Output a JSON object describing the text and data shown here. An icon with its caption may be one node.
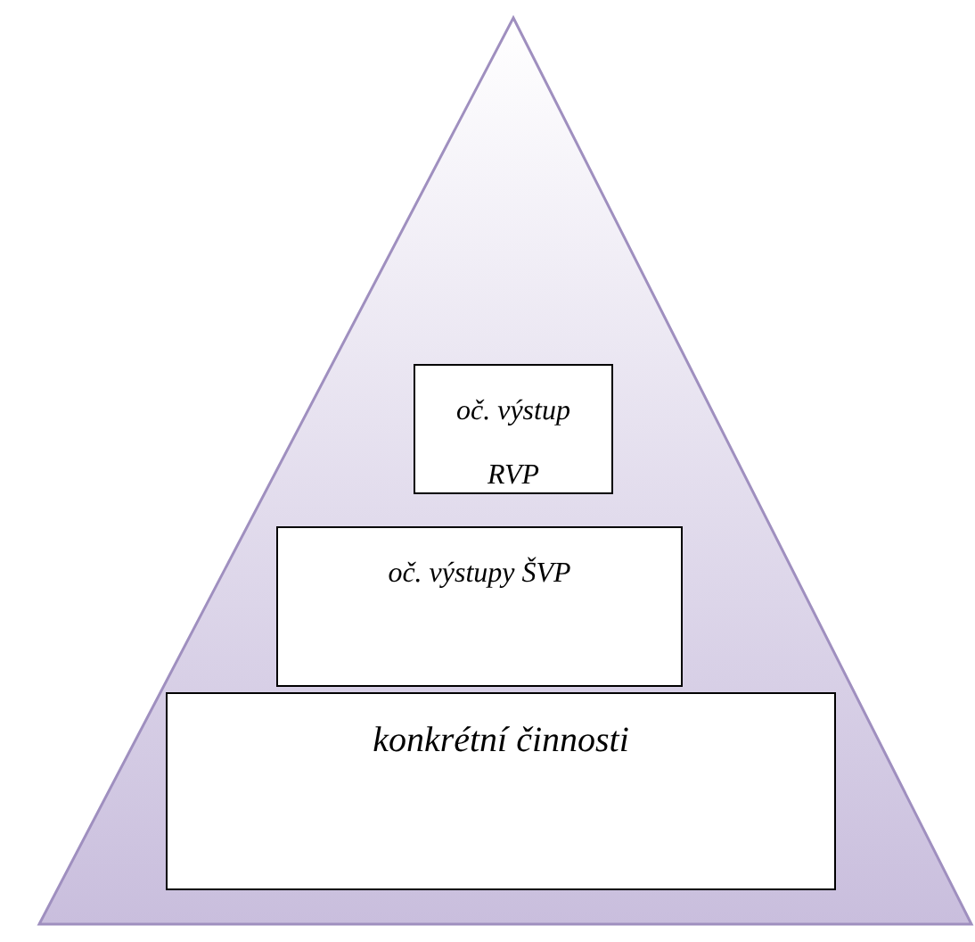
{
  "diagram": {
    "nodes": [
      {
        "text": [],
        "shape": "triangle"
      },
      {
        "text": [
          "oč. výstup RVP"
        ],
        "in": 0
      },
      {
        "text": [
          "oč. výstupy ŠVP"
        ],
        "in": 0
      },
      {
        "text": [
          "konkrétní činnosti"
        ],
        "in": 0
      }
    ]
  }
}
